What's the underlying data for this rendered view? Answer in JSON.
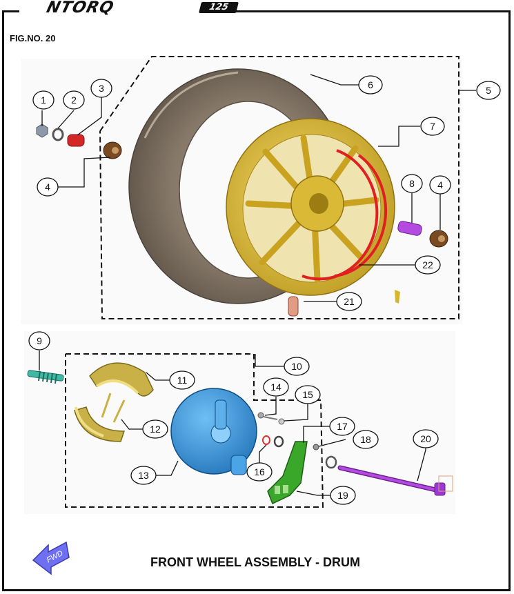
{
  "brand": {
    "name": "NTORQ",
    "badge": "125"
  },
  "figure_label": "FIG.NO. 20",
  "title": "FRONT WHEEL ASSEMBLY - DRUM",
  "fwd_label": "FWD",
  "callouts": {
    "c1": "1",
    "c2": "2",
    "c3": "3",
    "c4a": "4",
    "c4b": "4",
    "c5": "5",
    "c6": "6",
    "c7": "7",
    "c8": "8",
    "c9": "9",
    "c10": "10",
    "c11": "11",
    "c12": "12",
    "c13": "13",
    "c14": "14",
    "c15": "15",
    "c16": "16",
    "c17": "17",
    "c18": "18",
    "c19": "19",
    "c20": "20",
    "c21": "21",
    "c22": "22"
  },
  "colors": {
    "tyre": "#756a5d",
    "rim": "#d8b52e",
    "highlight": "#e02020",
    "brake_plate": "#2f8fd6",
    "brake_shoe": "#c9b148",
    "arm": "#3aa62a",
    "axle": "#9b3ad0",
    "spacer": "#7a4a22",
    "arrow": "#6f6ff2"
  }
}
